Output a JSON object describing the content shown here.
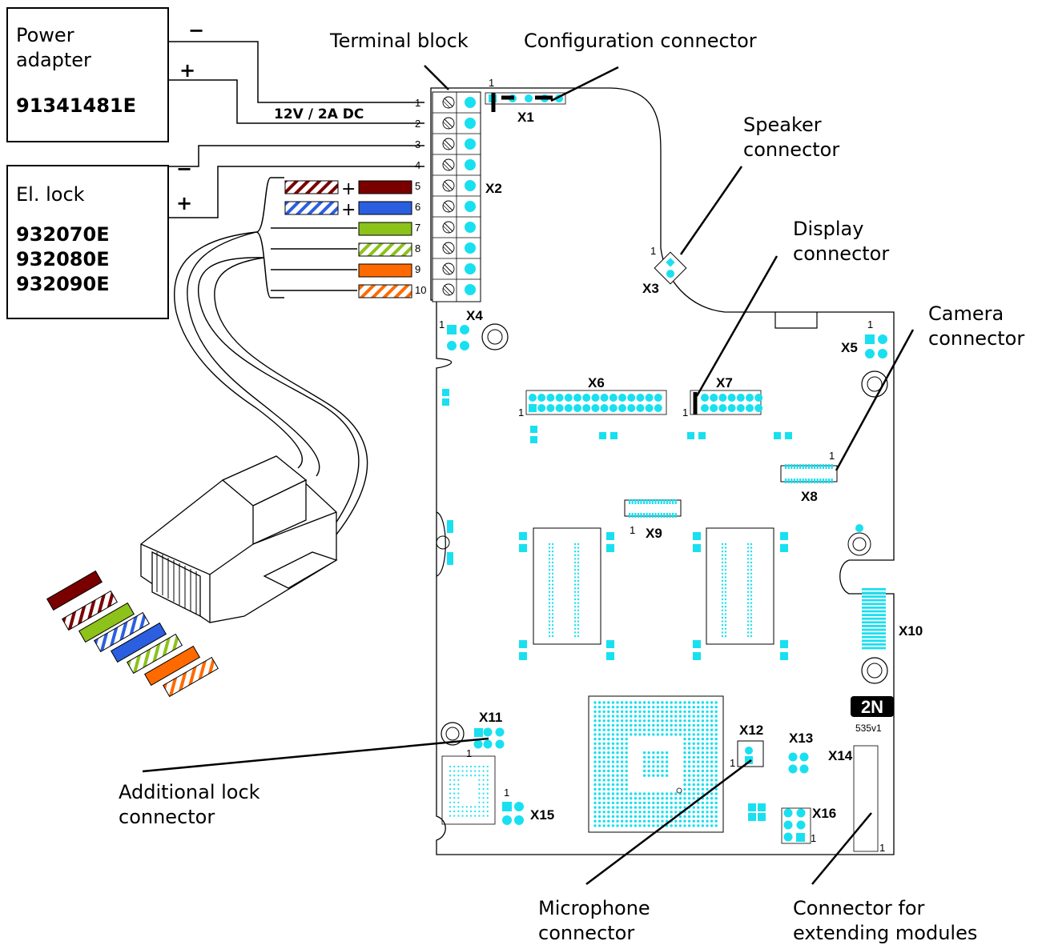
{
  "power_adapter": {
    "name": "Power\nadapter",
    "code": "91341481E",
    "minus_sign": "−",
    "plus_sign": "+",
    "supply_label": "12V / 2A DC"
  },
  "el_lock": {
    "name": "El. lock",
    "codes": "932070E\n932080E\n932090E",
    "minus_sign": "−",
    "plus_sign": "+"
  },
  "terminal_pins": [
    "1",
    "2",
    "3",
    "4",
    "5",
    "6",
    "7",
    "8",
    "9",
    "10"
  ],
  "plus_marks": [
    "+",
    "+"
  ],
  "wire_colors": {
    "brown": "#7a0000",
    "blue": "#2b5fe0",
    "green": "#8cc21a",
    "orange": "#ff6a00",
    "pad_cyan": "#19e0f0"
  },
  "callouts": {
    "terminal_block": "Terminal block",
    "configuration_connector": "Configuration connector",
    "speaker_connector": "Speaker\nconnector",
    "display_connector": "Display\nconnector",
    "camera_connector": "Camera\nconnector",
    "additional_lock_connector": "Additional lock\nconnector",
    "microphone_connector": "Microphone\nconnector",
    "extending_modules_connector": "Connector for\nextending modules"
  },
  "board": {
    "refs": {
      "x1": "X1",
      "x2": "X2",
      "x3": "X3",
      "x4": "X4",
      "x5": "X5",
      "x6": "X6",
      "x7": "X7",
      "x8": "X8",
      "x9": "X9",
      "x10": "X10",
      "x11": "X11",
      "x12": "X12",
      "x13": "X13",
      "x14": "X14",
      "x15": "X15",
      "x16": "X16"
    },
    "pin_one": "1",
    "logo": "2N",
    "revision": "535v1"
  }
}
